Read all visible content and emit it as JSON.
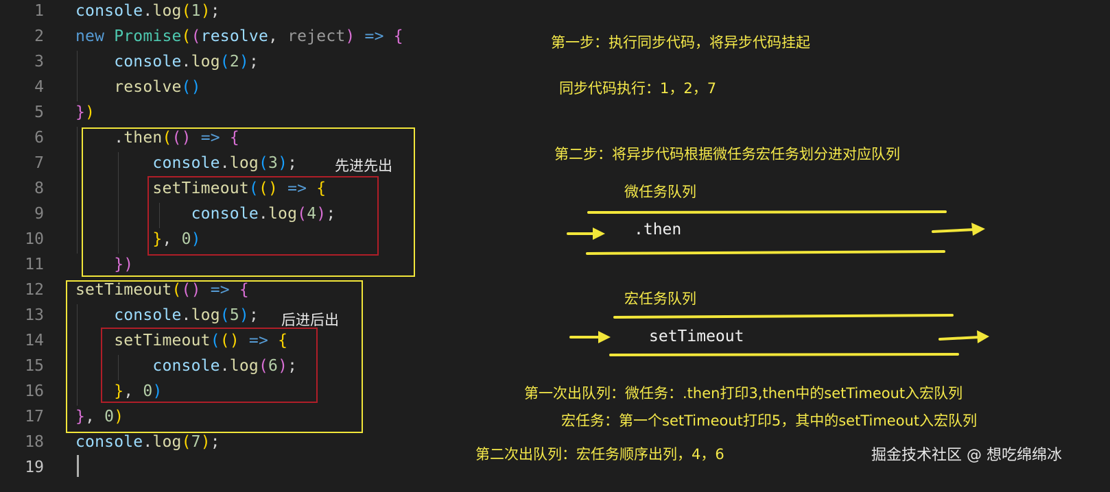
{
  "editor": {
    "line_numbers": [
      "1",
      "2",
      "3",
      "4",
      "5",
      "6",
      "7",
      "8",
      "9",
      "10",
      "11",
      "12",
      "13",
      "14",
      "15",
      "16",
      "17",
      "18",
      "19"
    ],
    "lines": [
      [
        [
          "console",
          "var"
        ],
        [
          ".",
          "punc"
        ],
        [
          "log",
          "fn"
        ],
        [
          "(",
          "b1"
        ],
        [
          "1",
          "num"
        ],
        [
          ")",
          "b1"
        ],
        [
          ";",
          "punc"
        ]
      ],
      [
        [
          "new ",
          "kw"
        ],
        [
          "Promise",
          "cls"
        ],
        [
          "(",
          "b1"
        ],
        [
          "(",
          "b2"
        ],
        [
          "resolve",
          "param"
        ],
        [
          ", ",
          "punc"
        ],
        [
          "reject",
          "param2"
        ],
        [
          ")",
          "b2"
        ],
        [
          " => ",
          "kw"
        ],
        [
          "{",
          "b2"
        ]
      ],
      [
        [
          "    ",
          "punc"
        ],
        [
          "console",
          "var"
        ],
        [
          ".",
          "punc"
        ],
        [
          "log",
          "fn"
        ],
        [
          "(",
          "b3"
        ],
        [
          "2",
          "num"
        ],
        [
          ")",
          "b3"
        ],
        [
          ";",
          "punc"
        ]
      ],
      [
        [
          "    ",
          "punc"
        ],
        [
          "resolve",
          "fn"
        ],
        [
          "(",
          "b3"
        ],
        [
          ")",
          "b3"
        ]
      ],
      [
        [
          "}",
          "b2"
        ],
        [
          ")",
          "b1"
        ]
      ],
      [
        [
          "    .",
          "punc"
        ],
        [
          "then",
          "fn"
        ],
        [
          "(",
          "b1"
        ],
        [
          "(",
          "b2"
        ],
        [
          ")",
          "b2"
        ],
        [
          " => ",
          "kw"
        ],
        [
          "{",
          "b2"
        ]
      ],
      [
        [
          "        ",
          "punc"
        ],
        [
          "console",
          "var"
        ],
        [
          ".",
          "punc"
        ],
        [
          "log",
          "fn"
        ],
        [
          "(",
          "b3"
        ],
        [
          "3",
          "num"
        ],
        [
          ")",
          "b3"
        ],
        [
          ";",
          "punc"
        ]
      ],
      [
        [
          "        ",
          "punc"
        ],
        [
          "setTimeout",
          "fn"
        ],
        [
          "(",
          "b3"
        ],
        [
          "(",
          "b1"
        ],
        [
          ")",
          "b1"
        ],
        [
          " => ",
          "kw"
        ],
        [
          "{",
          "b1"
        ]
      ],
      [
        [
          "            ",
          "punc"
        ],
        [
          "console",
          "var"
        ],
        [
          ".",
          "punc"
        ],
        [
          "log",
          "fn"
        ],
        [
          "(",
          "b2"
        ],
        [
          "4",
          "num"
        ],
        [
          ")",
          "b2"
        ],
        [
          ";",
          "punc"
        ]
      ],
      [
        [
          "        ",
          "punc"
        ],
        [
          "}",
          "b1"
        ],
        [
          ", ",
          "punc"
        ],
        [
          "0",
          "num"
        ],
        [
          ")",
          "b3"
        ]
      ],
      [
        [
          "    ",
          "punc"
        ],
        [
          "})",
          "b2"
        ]
      ],
      [
        [
          "setTimeout",
          "fn"
        ],
        [
          "(",
          "b1"
        ],
        [
          "(",
          "b2"
        ],
        [
          ")",
          "b2"
        ],
        [
          " => ",
          "kw"
        ],
        [
          "{",
          "b2"
        ]
      ],
      [
        [
          "    ",
          "punc"
        ],
        [
          "console",
          "var"
        ],
        [
          ".",
          "punc"
        ],
        [
          "log",
          "fn"
        ],
        [
          "(",
          "b3"
        ],
        [
          "5",
          "num"
        ],
        [
          ")",
          "b3"
        ],
        [
          ";",
          "punc"
        ]
      ],
      [
        [
          "    ",
          "punc"
        ],
        [
          "setTimeout",
          "fn"
        ],
        [
          "(",
          "b3"
        ],
        [
          "(",
          "b1"
        ],
        [
          ")",
          "b1"
        ],
        [
          " => ",
          "kw"
        ],
        [
          "{",
          "b1"
        ]
      ],
      [
        [
          "        ",
          "punc"
        ],
        [
          "console",
          "var"
        ],
        [
          ".",
          "punc"
        ],
        [
          "log",
          "fn"
        ],
        [
          "(",
          "b2"
        ],
        [
          "6",
          "num"
        ],
        [
          ")",
          "b2"
        ],
        [
          ";",
          "punc"
        ]
      ],
      [
        [
          "    ",
          "punc"
        ],
        [
          "}",
          "b1"
        ],
        [
          ", ",
          "punc"
        ],
        [
          "0",
          "num"
        ],
        [
          ")",
          "b3"
        ]
      ],
      [
        [
          "}",
          "b2"
        ],
        [
          ", ",
          "punc"
        ],
        [
          "0",
          "num"
        ],
        [
          ")",
          "b1"
        ]
      ],
      [
        [
          "console",
          "var"
        ],
        [
          ".",
          "punc"
        ],
        [
          "log",
          "fn"
        ],
        [
          "(",
          "b1"
        ],
        [
          "7",
          "num"
        ],
        [
          ")",
          "b1"
        ],
        [
          ";",
          "punc"
        ]
      ],
      []
    ]
  },
  "annotations": {
    "fifo_label": "先进先出",
    "lifo_label": "后进后出",
    "step1_title": "第一步：执行同步代码，将异步代码挂起",
    "step1_result": "同步代码执行：1，2，7",
    "step2_title": "第二步：将异步代码根据微任务宏任务划分进对应队列",
    "micro_queue_label": "微任务队列",
    "micro_queue_item": ".then",
    "macro_queue_label": "宏任务队列",
    "macro_queue_item": "setTimeout",
    "dequeue1_line1": "第一次出队列：微任务：.then打印3,then中的setTimeout入宏队列",
    "dequeue1_line2": "宏任务：第一个setTimeout打印5，其中的setTimeout入宏队列",
    "dequeue2": "第二次出队列：宏任务顺序出列，4，6"
  },
  "watermark": "掘金技术社区 @ 想吃绵绵冰",
  "colors": {
    "background": "#1e1e1e",
    "annotation_yellow": "#f5e94a",
    "box_yellow": "#f2e63a",
    "box_red": "#b01e28"
  }
}
